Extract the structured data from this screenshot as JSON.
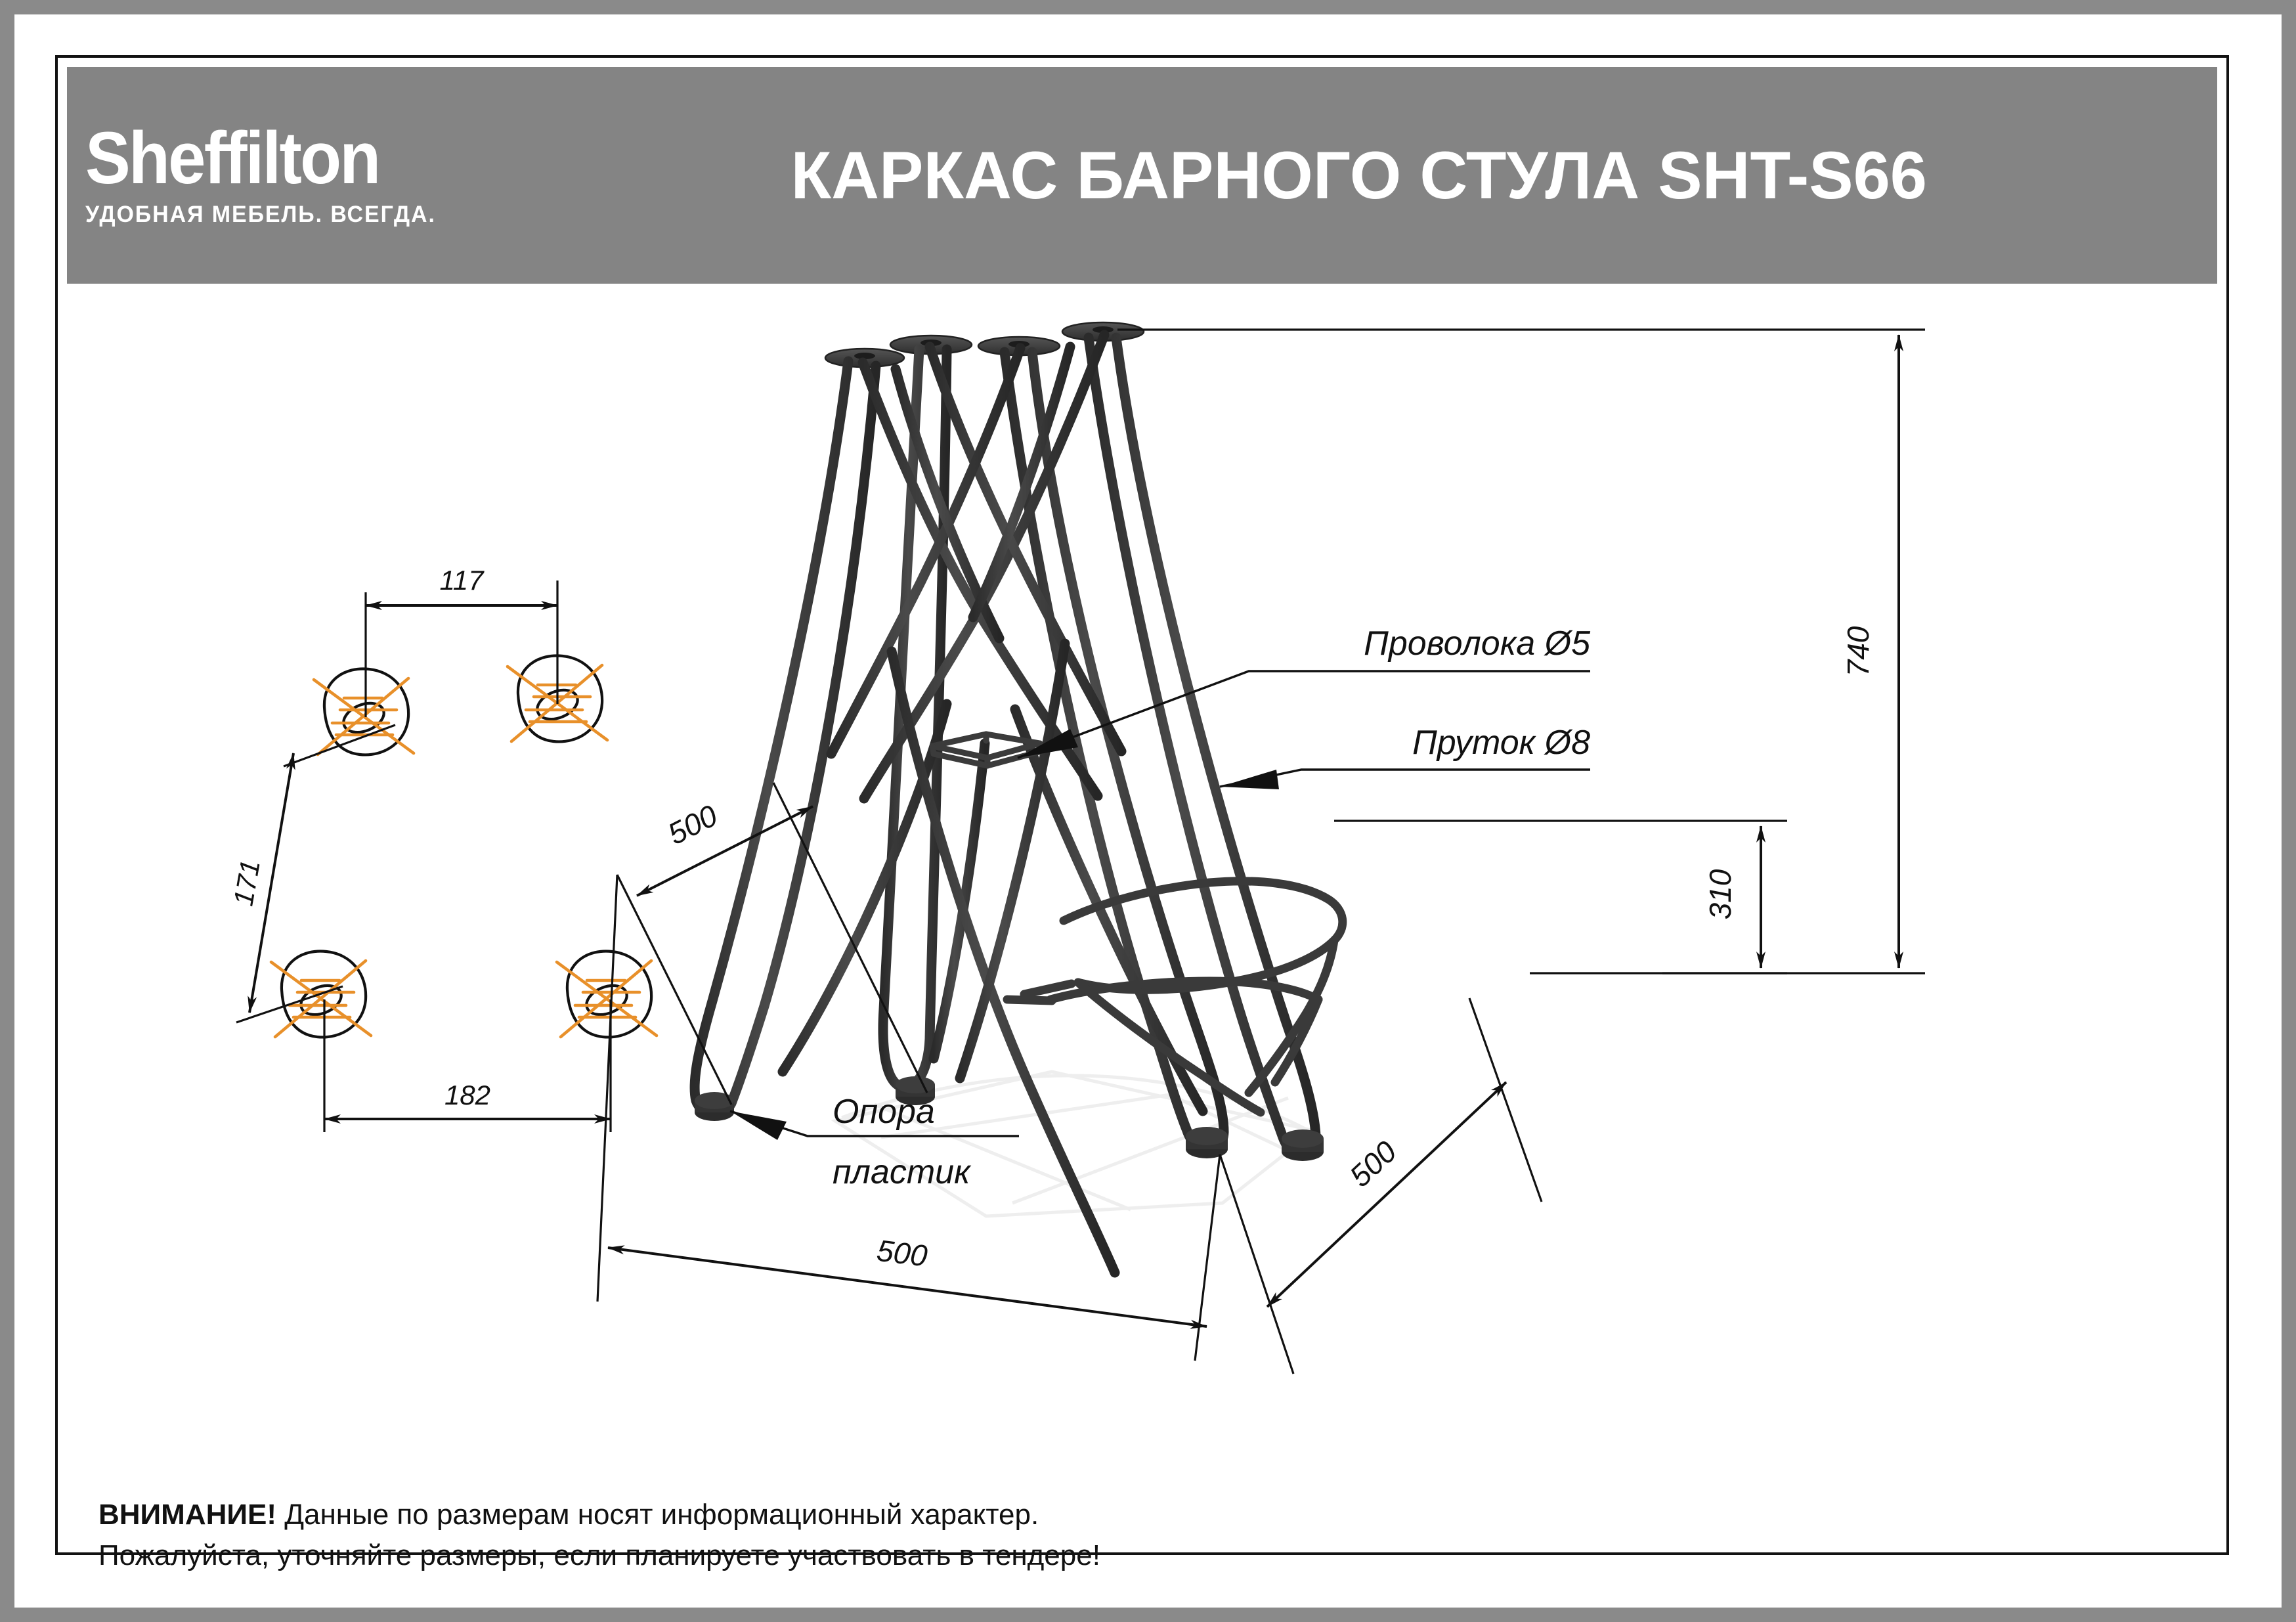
{
  "header": {
    "logo_word": "Sheffilton",
    "logo_tagline": "УДОБНАЯ МЕБЕЛЬ. ВСЕГДА.",
    "title": "КАРКАС БАРНОГО СТУЛА SHT-S66",
    "band_color": "#848484"
  },
  "drawing": {
    "top_view": {
      "dim_width_top": "117",
      "dim_depth_left": "171",
      "dim_width_bottom": "182",
      "accent_color": "#E8902A",
      "line_color": "#111111"
    },
    "iso_view": {
      "label_wire": "Проволока Ø5",
      "label_rod": "Пруток Ø8",
      "label_foot_line1": "Опора",
      "label_foot_line2": "пластик",
      "dim_height_total": "740",
      "dim_height_footrest": "310",
      "dim_base_left": "500",
      "dim_base_front": "500",
      "dim_base_right": "500",
      "frame_color": "#3c3c3c"
    }
  },
  "footer": {
    "attention_label": "ВНИМАНИЕ!",
    "line1_rest": " Данные по размерам носят информационный характер.",
    "line2": "Пожалуйста, уточняйте размеры, если планируете участвовать в тендере!"
  }
}
